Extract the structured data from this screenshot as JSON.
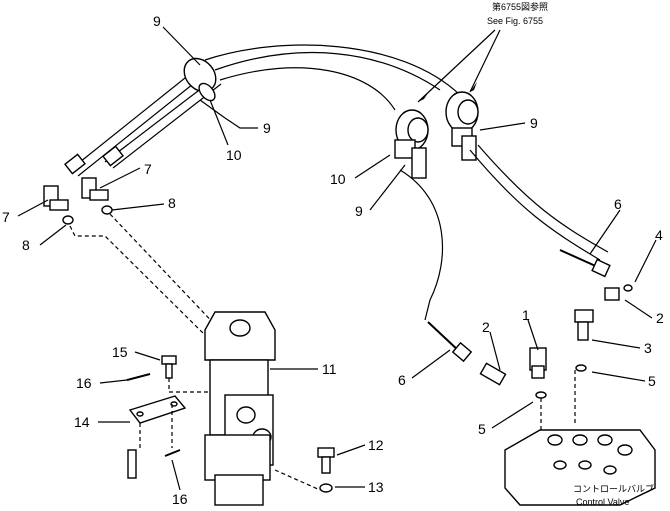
{
  "reference": {
    "jp": "第6755図参照",
    "en": "See Fig. 6755"
  },
  "control_valve": {
    "jp": "コントロールバルブ",
    "en": "Control Valve"
  },
  "labels": {
    "l1": "1",
    "l2a": "2",
    "l2b": "2",
    "l3": "3",
    "l4": "4",
    "l5a": "5",
    "l5b": "5",
    "l6a": "6",
    "l6b": "6",
    "l7a": "7",
    "l7b": "7",
    "l8a": "8",
    "l8b": "8",
    "l9a": "9",
    "l9b": "9",
    "l9c": "9",
    "l9d": "9",
    "l10a": "10",
    "l10b": "10",
    "l11": "11",
    "l12": "12",
    "l13": "13",
    "l14": "14",
    "l15": "15",
    "l16a": "16",
    "l16b": "16"
  }
}
